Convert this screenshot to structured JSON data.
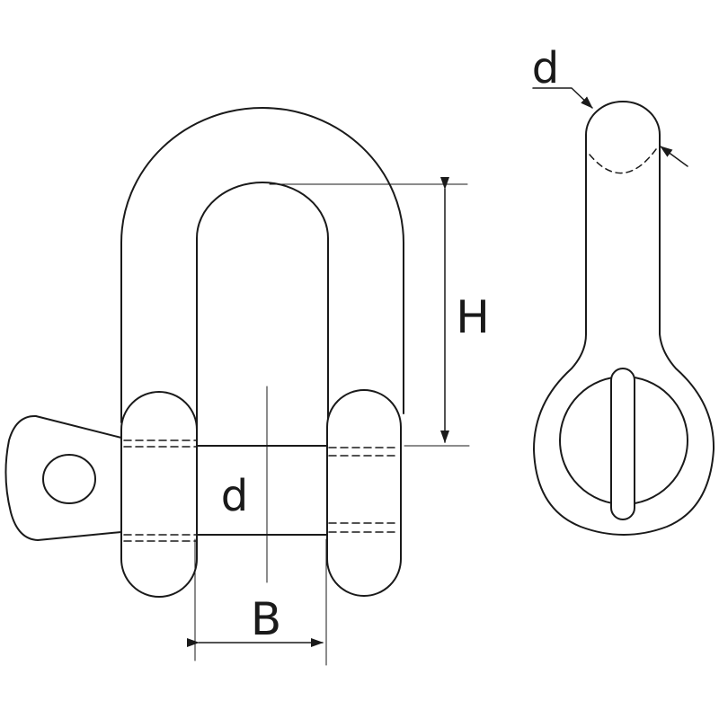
{
  "labels": {
    "front_pin_diameter": "d",
    "side_diameter": "d",
    "height": "H",
    "width": "B"
  },
  "colors": {
    "stroke": "#1a1a1a",
    "fill": "#ffffff",
    "background": "#ffffff"
  }
}
